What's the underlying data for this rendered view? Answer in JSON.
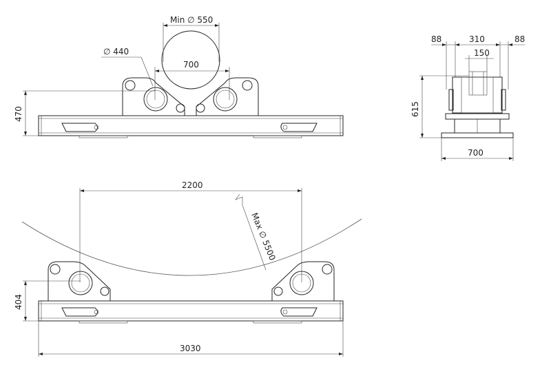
{
  "top_view": {
    "min_diameter_label": "Min ∅ 550",
    "diameter_440_label": "∅ 440",
    "span_700_label": "700",
    "height_470_label": "470"
  },
  "side_view": {
    "width_88_left_label": "88",
    "width_310_label": "310",
    "width_88_right_label": "88",
    "width_150_label": "150",
    "height_615_label": "615",
    "base_700_label": "700"
  },
  "front_view": {
    "span_2200_label": "2200",
    "max_diameter_label": "Max ∅ 5500",
    "height_404_label": "404",
    "length_3030_label": "3030"
  }
}
